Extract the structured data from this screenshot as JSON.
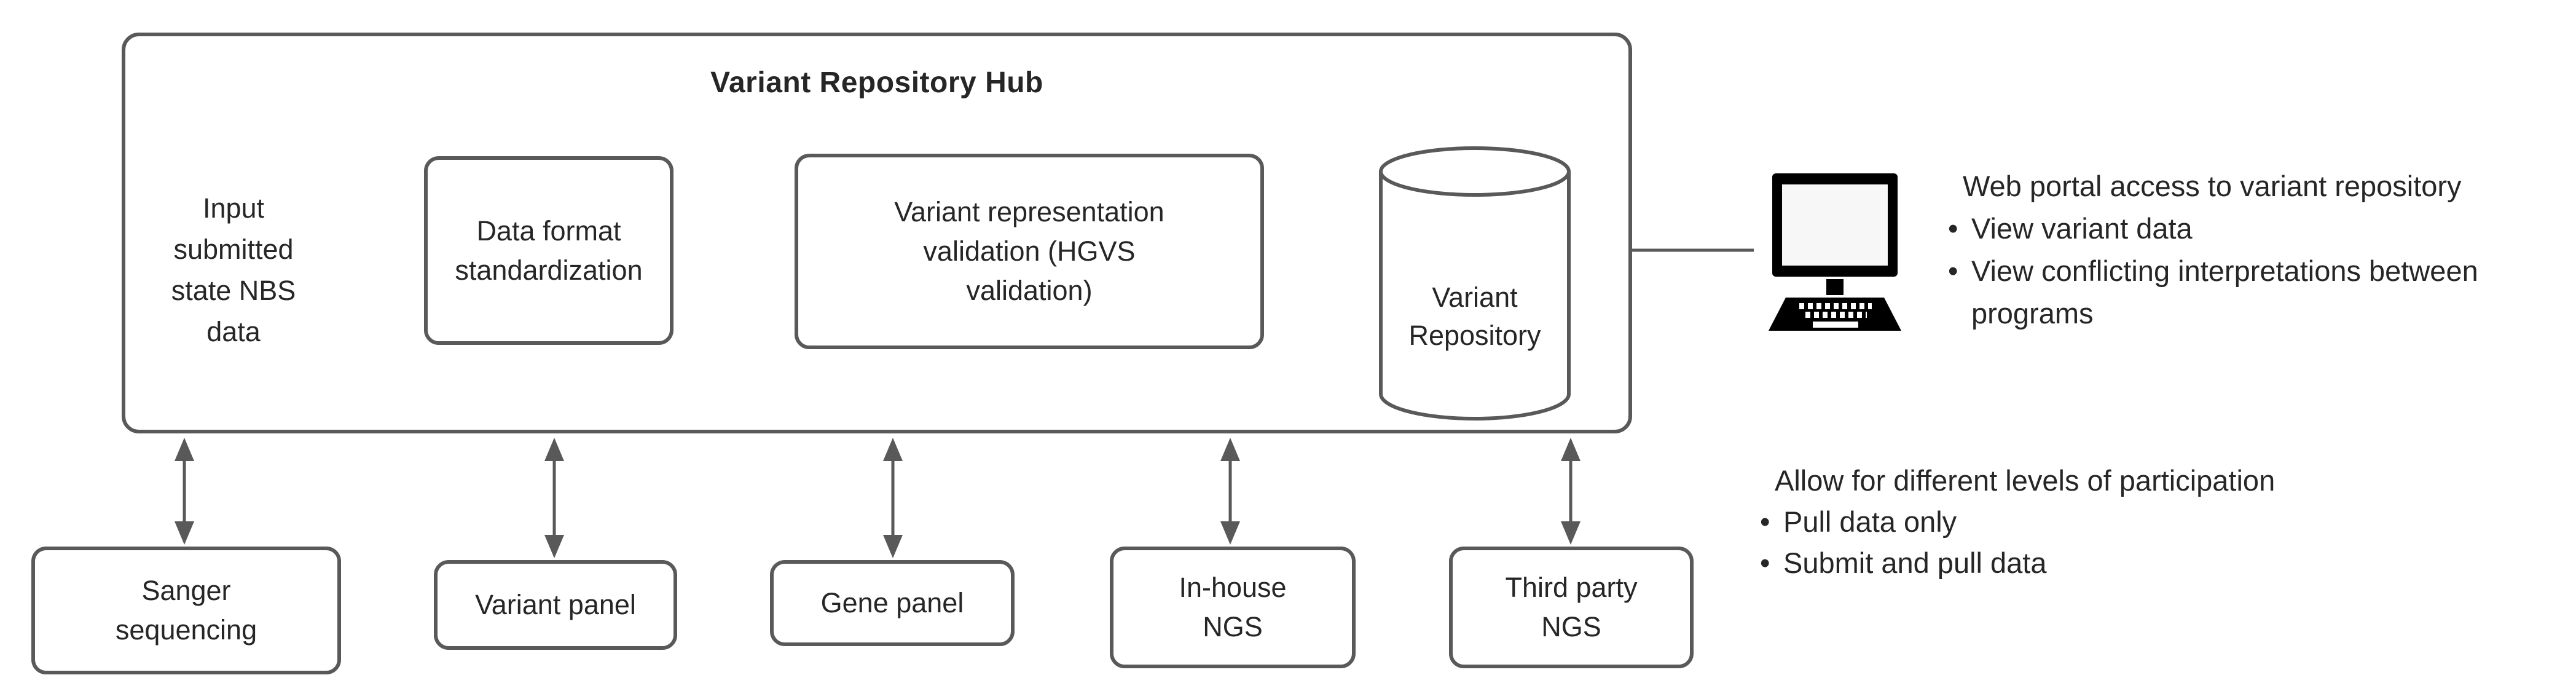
{
  "colors": {
    "line": "#595959",
    "text": "#262626",
    "shape_fill": "#ffffff",
    "icon_fill": "#000000"
  },
  "bullet_char": "•",
  "hub": {
    "title": "Variant Repository Hub",
    "input_label": {
      "lines": [
        "Input",
        "submitted",
        "state NBS",
        "data"
      ]
    },
    "nodes": [
      {
        "id": "data-format-standardization",
        "lines": [
          "Data format",
          "standardization"
        ]
      },
      {
        "id": "variant-representation-validation",
        "lines": [
          "Variant representation",
          "validation (HGVS",
          "validation)"
        ]
      }
    ],
    "repository": {
      "lines": [
        "Variant",
        "Repository"
      ]
    }
  },
  "web_portal": {
    "icon": "desktop-computer-icon",
    "title": "Web portal access to variant repository",
    "bullets": [
      {
        "lines": [
          "View variant data"
        ]
      },
      {
        "lines": [
          "View conflicting interpretations between",
          "programs"
        ]
      }
    ]
  },
  "participation": {
    "title": "Allow for different levels of participation",
    "bullets": [
      {
        "lines": [
          "Pull data only"
        ]
      },
      {
        "lines": [
          "Submit and pull data"
        ]
      }
    ]
  },
  "sources": [
    {
      "id": "sanger-sequencing",
      "lines": [
        "Sanger",
        "sequencing"
      ]
    },
    {
      "id": "variant-panel",
      "lines": [
        "Variant panel"
      ]
    },
    {
      "id": "gene-panel",
      "lines": [
        "Gene panel"
      ]
    },
    {
      "id": "in-house-ngs",
      "lines": [
        "In-house",
        "NGS"
      ]
    },
    {
      "id": "third-party-ngs",
      "lines": [
        "Third party",
        "NGS"
      ]
    }
  ]
}
